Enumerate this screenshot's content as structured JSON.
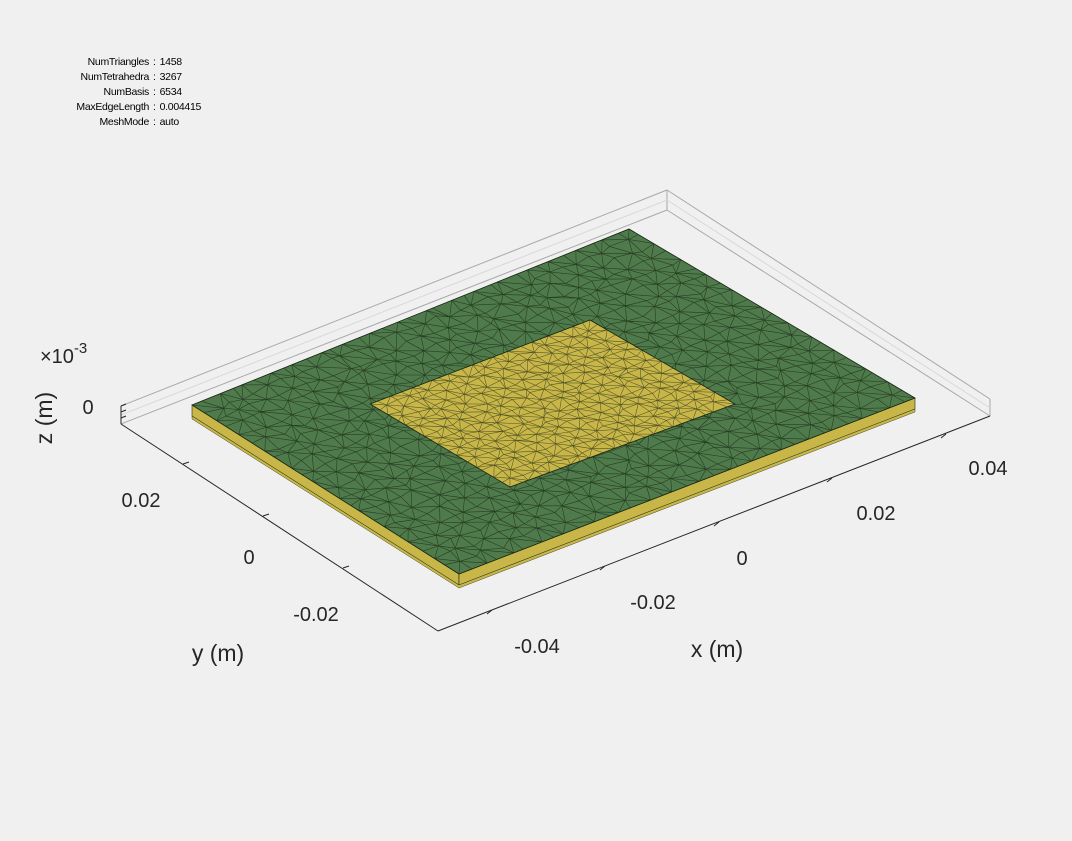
{
  "mesh_info": [
    {
      "key": "NumTriangles",
      "value": "1458"
    },
    {
      "key": "NumTetrahedra",
      "value": "3267"
    },
    {
      "key": "NumBasis",
      "value": "6534"
    },
    {
      "key": "MaxEdgeLength",
      "value": "0.004415"
    },
    {
      "key": "MeshMode",
      "value": "auto"
    }
  ],
  "chart_data": {
    "type": "mesh-3d",
    "xlabel": "x (m)",
    "ylabel": "y (m)",
    "zlabel": "z (m)",
    "z_multiplier": "×10",
    "z_multiplier_exp": "-3",
    "x_ticks": [
      "-0.04",
      "-0.02",
      "0",
      "0.02",
      "0.04"
    ],
    "y_ticks": [
      "-0.02",
      "0",
      "0.02"
    ],
    "z_ticks": [
      "0"
    ],
    "colors": {
      "substrate": "#4f7a4b",
      "conductor": "#c9b649",
      "mesh_edge": "#1a2a16",
      "box": "#a8a8a8",
      "background": "#f0f0f0",
      "axes_bg": "#ffffff"
    }
  }
}
